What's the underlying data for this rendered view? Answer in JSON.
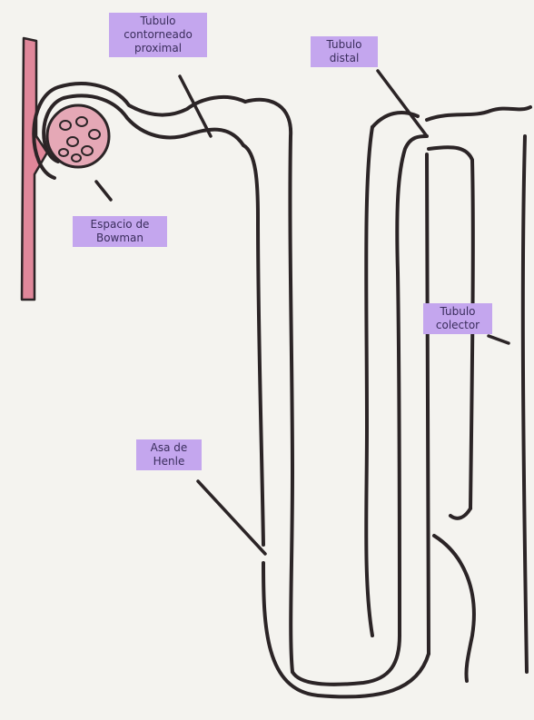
{
  "labels": {
    "proximal": {
      "line1": "Tubulo",
      "line2": "contorneado",
      "line3": "proximal"
    },
    "bowman": {
      "line1": "Espacio de",
      "line2": "Bowman"
    },
    "distal": {
      "line1": "Tubulo",
      "line2": "distal"
    },
    "henle": {
      "line1": "Asa de",
      "line2": "Henle"
    },
    "collector": {
      "line1": "Tubulo",
      "line2": "colector"
    }
  },
  "colors": {
    "background": "#f4f3ef",
    "outline": "#2b2426",
    "tag": "#c4a6ee",
    "vessel": "#e0879a",
    "glomerulus": "#e5a8b6"
  }
}
